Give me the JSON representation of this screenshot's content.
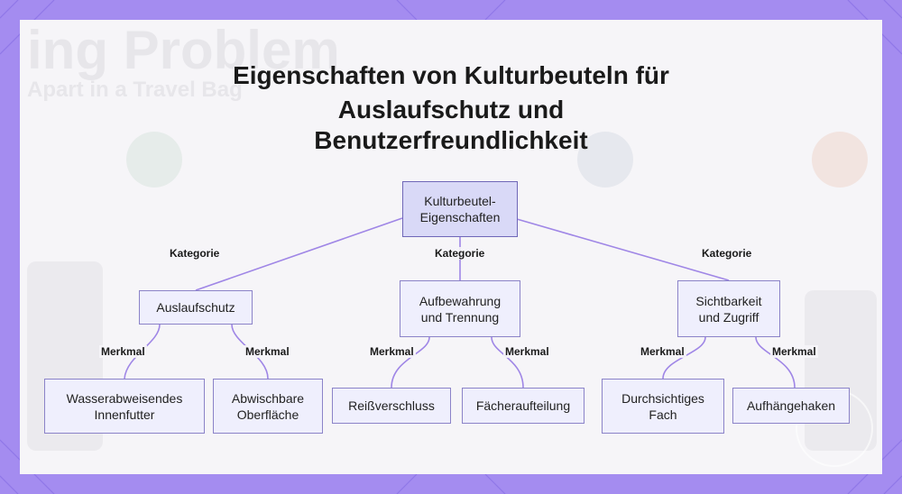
{
  "diagram": {
    "title_line1": "Eigenschaften von Kulturbeuteln für",
    "title_line2": "Auslaufschutz und",
    "title_line3": "Benutzerfreundlichkeit",
    "root": "Kulturbeutel-\nEigenschaften",
    "categories": [
      "Auslaufschutz",
      "Aufbewahrung\nund Trennung",
      "Sichtbarkeit\nund Zugriff"
    ],
    "features": [
      "Wasserabweisendes\nInnenfutter",
      "Abwischbare\nOberfläche",
      "Reißverschluss",
      "Fächeraufteilung",
      "Durchsichtiges\nFach",
      "Aufhängehaken"
    ],
    "edge_label_category": "Kategorie",
    "edge_label_feature": "Merkmal"
  },
  "background": {
    "ghost_heading": "ing Problem",
    "ghost_subheading": "Apart in a Travel Bag"
  },
  "colors": {
    "border_frame": "#a48cf0",
    "node_fill": "#efeffd",
    "node_border": "#8b83c8",
    "edge": "#9f86e6"
  }
}
